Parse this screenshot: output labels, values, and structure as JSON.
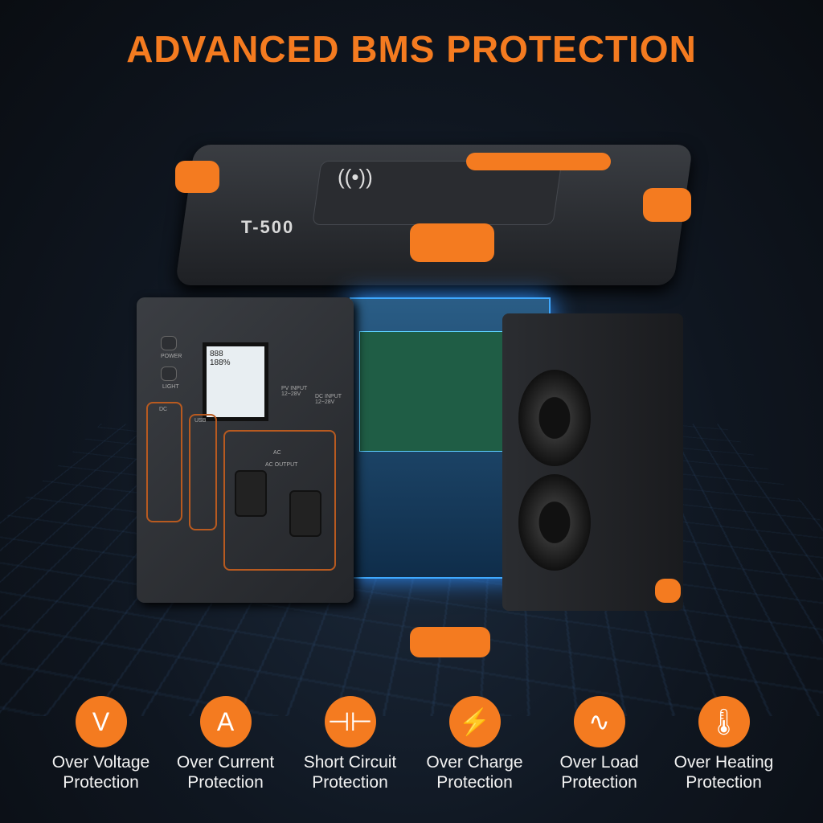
{
  "title": "ADVANCED BMS PROTECTION",
  "product": {
    "model": "T-500",
    "panel": {
      "power": "POWER",
      "light": "LIGHT",
      "dc": "DC",
      "usb": "USB",
      "ac": "AC",
      "ac_output": "AC OUTPUT",
      "pv_input": "PV INPUT 12~28V",
      "dc_input": "DC INPUT 12~28V",
      "battery": "188%",
      "lcd_value": "888"
    }
  },
  "colors": {
    "accent": "#f47b20",
    "background": "#0d1117"
  },
  "features": [
    {
      "icon": "voltage-icon",
      "glyph": "V",
      "line1": "Over Voltage",
      "line2": "Protection"
    },
    {
      "icon": "current-icon",
      "glyph": "A",
      "line1": "Over Current",
      "line2": "Protection"
    },
    {
      "icon": "capacitor-icon",
      "glyph": "⊣⊢",
      "line1": "Short Circuit",
      "line2": "Protection"
    },
    {
      "icon": "battery-charge-icon",
      "glyph": "⚡",
      "line1": "Over Charge",
      "line2": "Protection"
    },
    {
      "icon": "pulse-icon",
      "glyph": "∿",
      "line1": "Over Load",
      "line2": "Protection"
    },
    {
      "icon": "thermometer-icon",
      "glyph": "🌡",
      "line1": "Over Heating",
      "line2": "Protection"
    }
  ]
}
